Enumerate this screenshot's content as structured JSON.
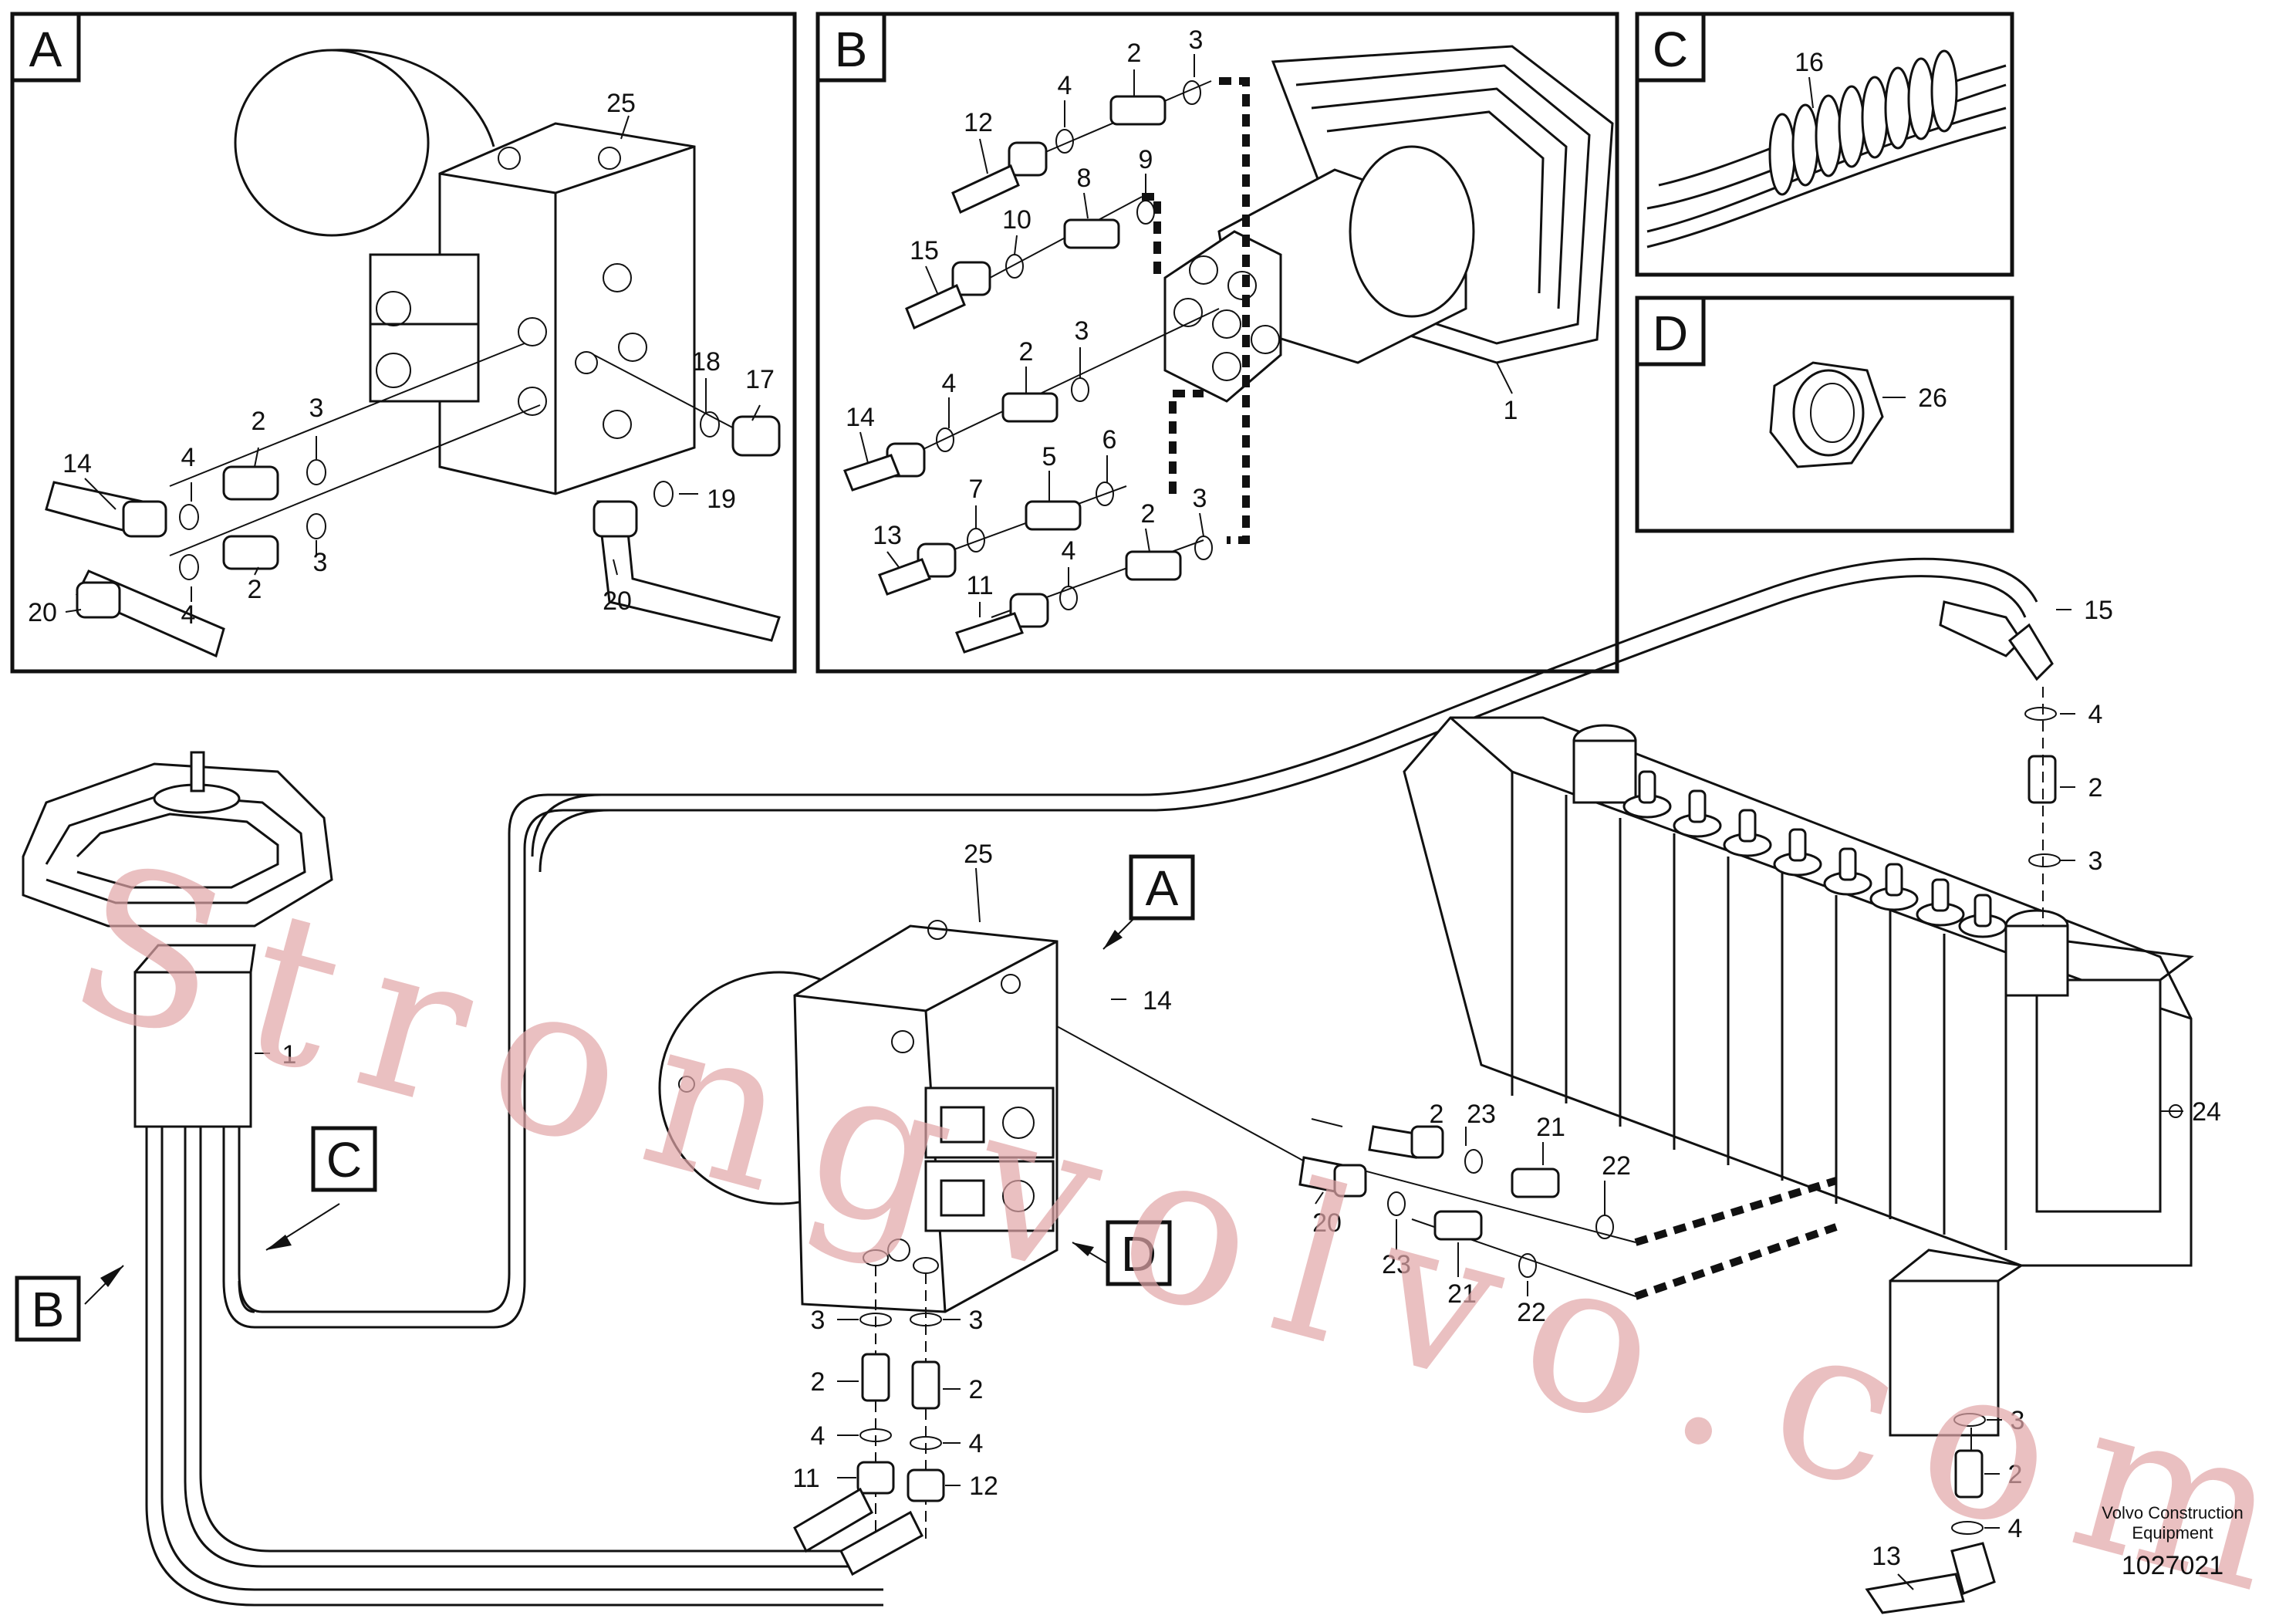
{
  "insets": {
    "A": {
      "letter": "A"
    },
    "B": {
      "letter": "B"
    },
    "C": {
      "letter": "C"
    },
    "D": {
      "letter": "D"
    }
  },
  "callouts": {
    "A": "A",
    "B": "B",
    "C": "C",
    "D": "D"
  },
  "labels": {
    "a": [
      "25",
      "18",
      "17",
      "14",
      "4",
      "2",
      "3",
      "4",
      "2",
      "3",
      "19",
      "20",
      "20"
    ],
    "b": [
      "3",
      "2",
      "4",
      "12",
      "9",
      "8",
      "10",
      "15",
      "3",
      "2",
      "4",
      "14",
      "6",
      "5",
      "7",
      "13",
      "3",
      "2",
      "4",
      "11",
      "1"
    ],
    "c": [
      "16"
    ],
    "d": [
      "26"
    ],
    "main": [
      "15",
      "4",
      "2",
      "3",
      "25",
      "14",
      "1",
      "24",
      "23",
      "21",
      "22",
      "20",
      "23",
      "21",
      "22",
      "3",
      "3",
      "2",
      "2",
      "4",
      "4",
      "11",
      "12",
      "3",
      "2",
      "4",
      "13"
    ],
    "partial": "2"
  },
  "watermark": "Strongvolvo.com",
  "footer": {
    "company_line1": "Volvo Construction",
    "company_line2": "Equipment",
    "drawing_number": "1027021"
  }
}
